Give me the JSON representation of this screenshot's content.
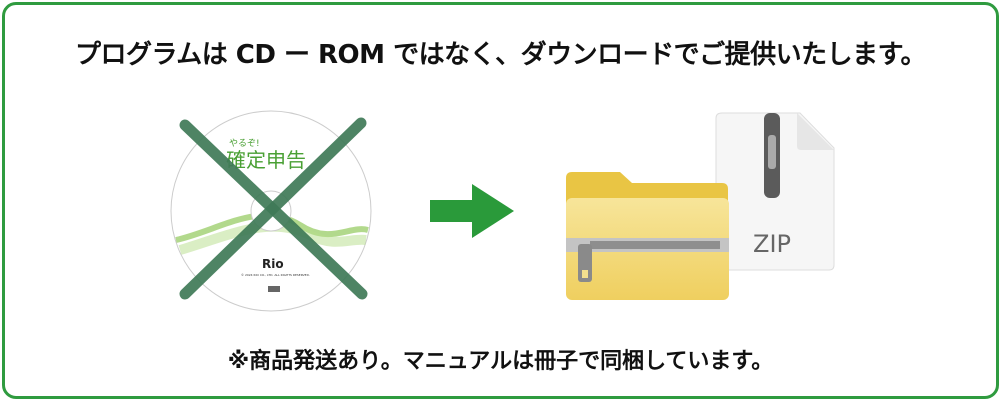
{
  "headline": "プログラムは CD ー ROM ではなく、ダウンロードでご提供いたします。",
  "cd": {
    "tagline": "やるぞ!",
    "title": "確定申告",
    "brand": "Rio",
    "copyright": "© 2024 RIO CO., LTD. ALL RIGHTS RESERVED."
  },
  "zip_label": "ZIP",
  "footnote": "※商品発送あり。マニュアルは冊子で同梱しています。",
  "colors": {
    "frame": "#2f9b3f",
    "arrow": "#2a9a3a",
    "cross": "#3f7a57",
    "folder": "#f0d676"
  }
}
